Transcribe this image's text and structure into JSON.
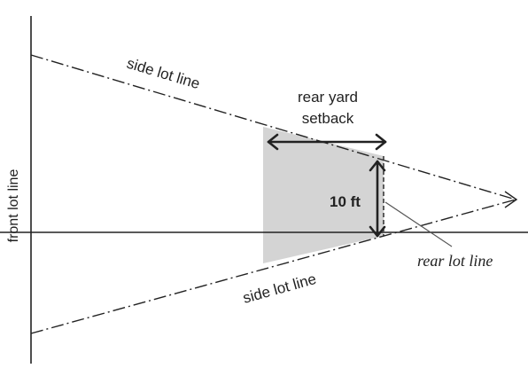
{
  "labels": {
    "side_lot_line_top": "side lot line",
    "side_lot_line_bottom": "side lot line",
    "rear_yard_setback_line1": "rear yard",
    "rear_yard_setback_line2": "setback",
    "dimension": "10 ft",
    "rear_lot_line": "rear lot line",
    "front_lot_line": "front lot line"
  },
  "colors": {
    "line": "#222222",
    "setback_fill": "#d4d4d4",
    "rear_lot_line_stroke": "#555555"
  }
}
